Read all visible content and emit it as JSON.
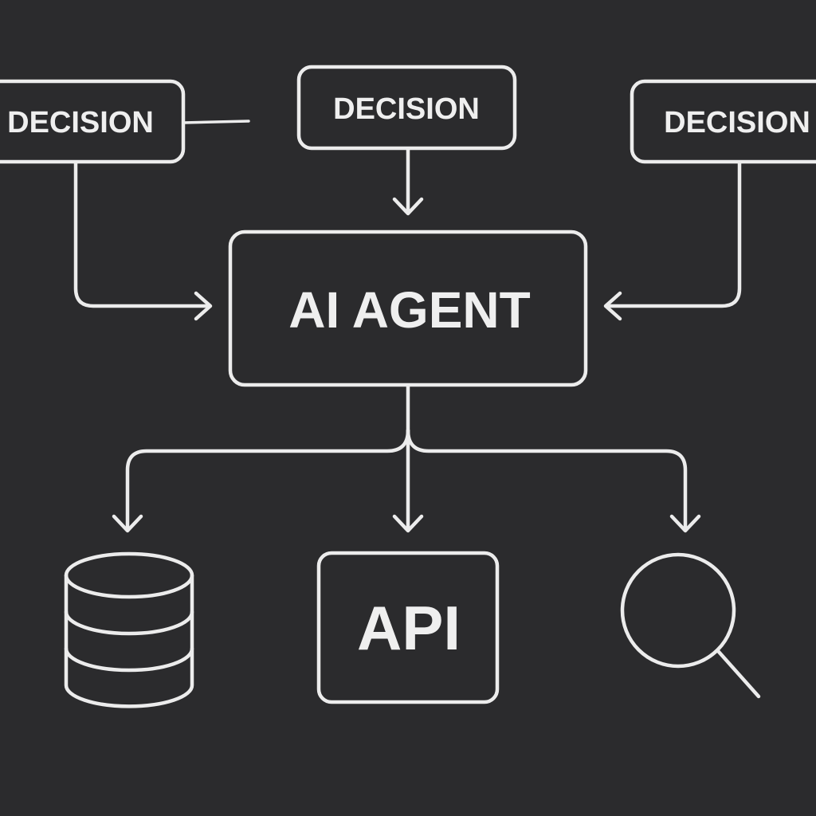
{
  "diagram": {
    "decision_left": {
      "label": "DECISION"
    },
    "decision_top": {
      "label": "DECISION"
    },
    "decision_right": {
      "label": "DECISION"
    },
    "agent": {
      "label": "AI AGENT"
    },
    "api": {
      "label": "API"
    },
    "database": {
      "icon": "database-icon"
    },
    "search": {
      "icon": "search-icon"
    }
  },
  "colors": {
    "background": "#2b2b2d",
    "stroke": "#ececec",
    "text": "#efefef"
  }
}
